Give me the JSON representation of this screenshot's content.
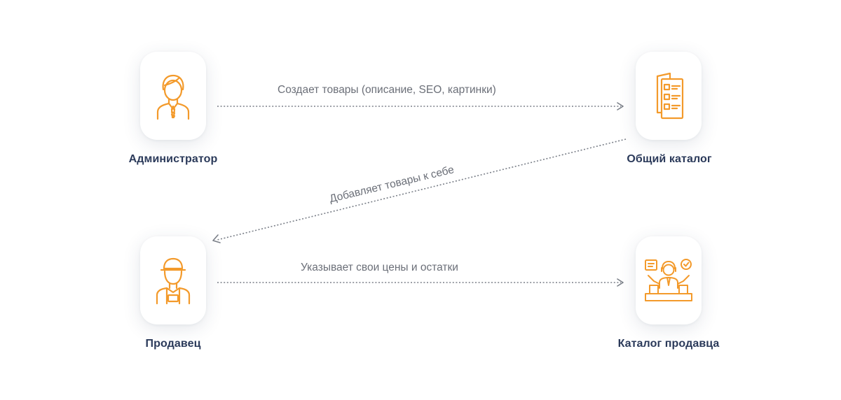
{
  "nodes": {
    "admin": {
      "label": "Администратор",
      "icon": "administrator-person-icon"
    },
    "catalog": {
      "label": "Общий каталог",
      "icon": "catalog-document-icon"
    },
    "seller": {
      "label": "Продавец",
      "icon": "seller-person-cap-icon"
    },
    "seller_catalog": {
      "label": "Каталог продавца",
      "icon": "seller-catalog-icon"
    }
  },
  "edges": {
    "admin_to_catalog": "Создает товары (описание, SEO, картинки)",
    "catalog_to_seller": "Добавляет товары к себе",
    "seller_to_seller_catalog": "Указывает свои цены и остатки"
  },
  "colors": {
    "accent": "#f39a2b",
    "label": "#2b3a5a",
    "edge_text": "#6b6f78",
    "arrow": "#7a7f88"
  }
}
